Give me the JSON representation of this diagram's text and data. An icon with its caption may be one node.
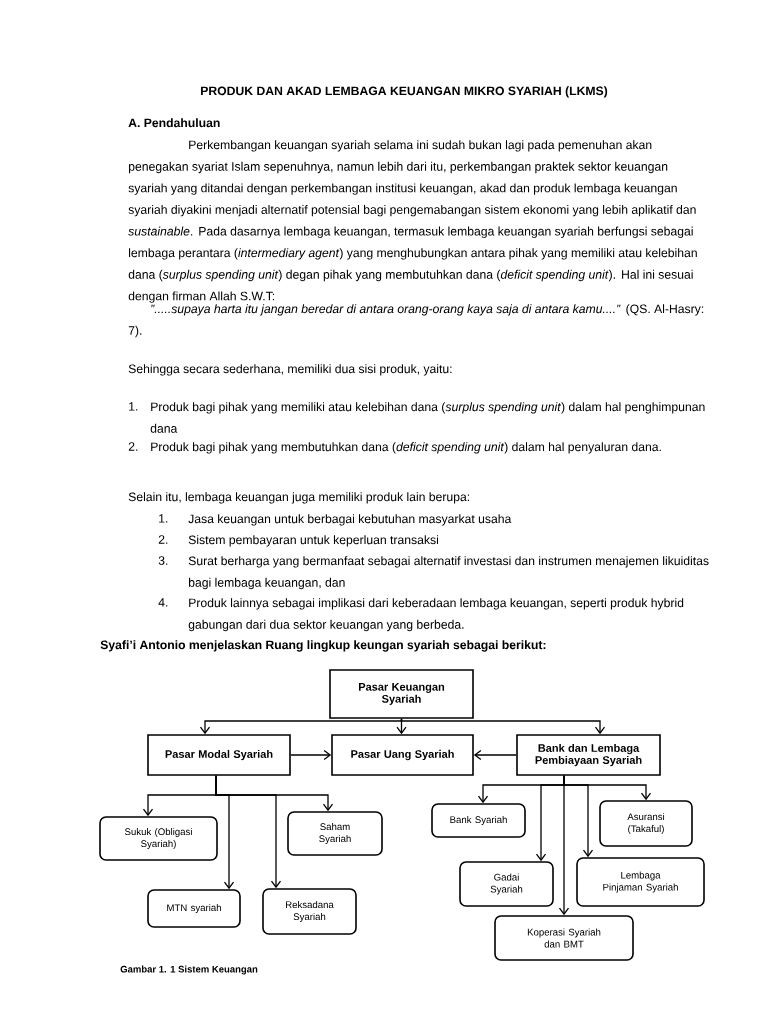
{
  "diagram": {
    "title": "PRODUK DAN AKAD LEMBAGA KEUANGAN MIKRO SYARIAH (LKMS)",
    "caption": "Gambar 1. 1 Sistem Keuangan",
    "nodes": [
      {
        "text": [
          "Pasar Keuangan Syariah"
        ]
      },
      {
        "text": [
          "Pasar Modal Syariah"
        ]
      },
      {
        "text": [
          "Pasar Uang Syariah"
        ]
      },
      {
        "text": [
          "Bank dan Lembaga Pembiayaan Syariah"
        ]
      },
      {
        "text": [
          "Sukuk (Obligasi Syariah)"
        ]
      },
      {
        "text": [
          "Saham Syariah"
        ]
      },
      {
        "text": [
          "MTN syariah"
        ]
      },
      {
        "text": [
          "Reksadana Syariah"
        ]
      },
      {
        "text": [
          "Bank Syariah"
        ]
      },
      {
        "text": [
          "Asuransi (Takaful)"
        ]
      },
      {
        "text": [
          "Gadai Syariah"
        ]
      },
      {
        "text": [
          "Lembaga Pinjaman Syariah"
        ]
      },
      {
        "text": [
          "Koperasi Syariah dan BMT"
        ]
      }
    ],
    "edges": [
      {
        "from": 0,
        "to": 1,
        "arrow": "to"
      },
      {
        "from": 0,
        "to": 2,
        "arrow": "to"
      },
      {
        "from": 0,
        "to": 3,
        "arrow": "to"
      },
      {
        "from": 1,
        "to": 2,
        "arrow": "to"
      },
      {
        "from": 3,
        "to": 2,
        "arrow": "to"
      },
      {
        "from": 1,
        "to": 4,
        "arrow": "to"
      },
      {
        "from": 1,
        "to": 5,
        "arrow": "to"
      },
      {
        "from": 1,
        "to": 6,
        "arrow": "to"
      },
      {
        "from": 1,
        "to": 7,
        "arrow": "to"
      },
      {
        "from": 3,
        "to": 8,
        "arrow": "to"
      },
      {
        "from": 3,
        "to": 9,
        "arrow": "to"
      },
      {
        "from": 3,
        "to": 10,
        "arrow": "to"
      },
      {
        "from": 3,
        "to": 11,
        "arrow": "to"
      },
      {
        "from": 3,
        "to": 12,
        "arrow": "to"
      }
    ],
    "labels": [
      "A. Pendahuluan",
      "Perkembangan keuangan syariah selama ini sudah bukan lagi pada pemenuhan akan penegakan syariat Islam sepenuhnya, namun lebih dari itu, perkembangan praktek sektor keuangan syariah yang ditandai dengan perkembangan institusi keuangan, akad dan produk lembaga keuangan syariah diyakini menjadi alternatif potensial bagi pengemabangan sistem ekonomi yang lebih aplikatif dan *sustainable*. Pada dasarnya lembaga keuangan, termasuk lembaga keuangan syariah berfungsi sebagai lembaga perantara (*intermediary agent*) yang menghubungkan antara pihak yang memiliki atau kelebihan dana (*surplus spending unit*) degan pihak yang membutuhkan dana (*deficit spending unit*). Hal ini sesuai dengan firman Allah S.W.T:",
      "*”.....supaya harta itu jangan beredar di antara orang-orang kaya saja di antara kamu....”* (QS. Al-Hasry: 7).",
      "Sehingga secara sederhana, memiliki dua sisi produk, yaitu:",
      "1.",
      "Produk bagi pihak yang memiliki atau kelebihan dana (*surplus spending unit*) dalam hal penghimpunan dana",
      "2.",
      "Produk bagi pihak yang membutuhkan dana (*deficit spending unit*) dalam hal penyaluran dana.",
      "Selain itu, lembaga keuangan juga memiliki produk lain berupa:",
      "1.",
      "Jasa keuangan untuk berbagai kebutuhan masyarkat usaha",
      "2.",
      "Sistem pembayaran untuk keperluan transaksi",
      "3.",
      "Surat berharga yang bermanfaat sebagai alternatif investasi dan instrumen menajemen likuiditas bagi lembaga keuangan, dan",
      "4.",
      "Produk lainnya sebagai implikasi dari keberadaan lembaga keuangan, seperti produk hybrid gabungan dari dua sektor keuangan yang berbeda.",
      "Syafi’i Antonio menjelaskan Ruang lingkup keungan syariah sebagai berikut:"
    ]
  }
}
